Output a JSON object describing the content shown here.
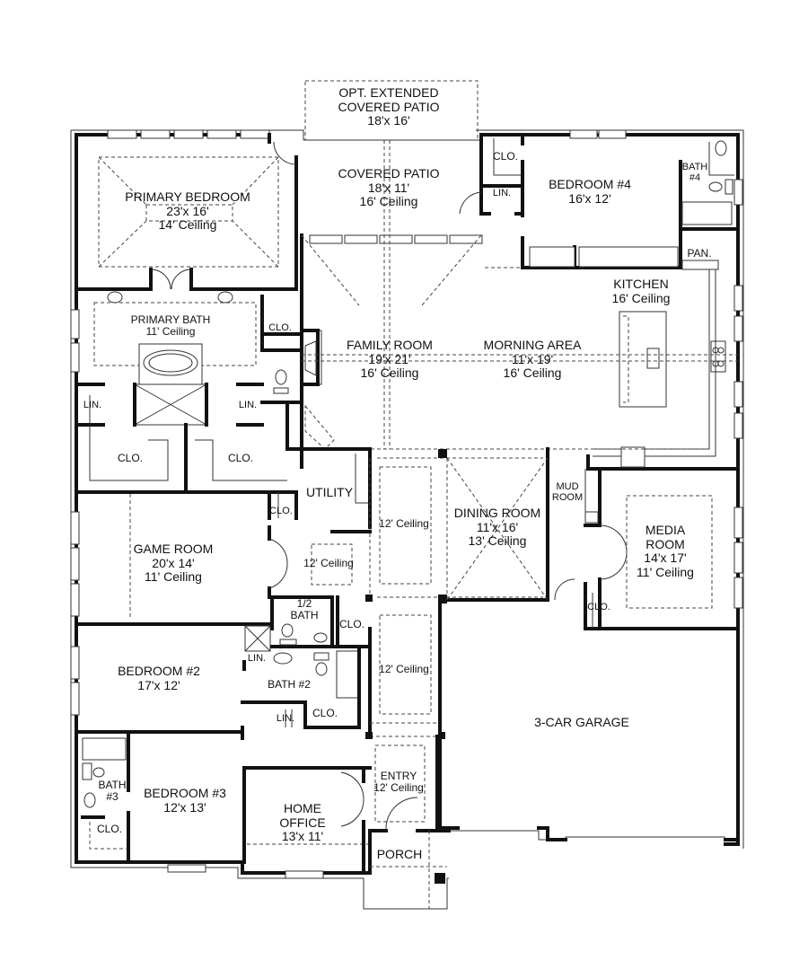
{
  "floorplan": {
    "rooms": {
      "opt_extended_patio": {
        "name_line1": "OPT. EXTENDED",
        "name_line2": "COVERED PATIO",
        "size": "18'x 16'"
      },
      "covered_patio": {
        "name": "COVERED PATIO",
        "size": "18'x 11'",
        "ceiling": "16' Ceiling"
      },
      "primary_bedroom": {
        "name": "PRIMARY BEDROOM",
        "size": "23'x 16'",
        "ceiling": "14' Ceiling"
      },
      "bedroom4": {
        "name": "BEDROOM #4",
        "size": "16'x 12'"
      },
      "bedroom4_closet": {
        "name": "CLO."
      },
      "bedroom4_linen": {
        "name": "LIN."
      },
      "bath4": {
        "name_line1": "BATH",
        "name_line2": "#4"
      },
      "pantry": {
        "name": "PAN."
      },
      "kitchen": {
        "name": "KITCHEN",
        "ceiling": "16' Ceiling"
      },
      "primary_bath": {
        "name": "PRIMARY BATH",
        "ceiling": "11' Ceiling"
      },
      "primary_closet_small": {
        "name": "CLO."
      },
      "primary_linen_left": {
        "name": "LIN."
      },
      "primary_linen_right": {
        "name": "LIN."
      },
      "primary_closet_left": {
        "name": "CLO."
      },
      "primary_closet_right": {
        "name": "CLO."
      },
      "family_room": {
        "name": "FAMILY ROOM",
        "size": "19'x 21'",
        "ceiling": "16' Ceiling"
      },
      "morning_area": {
        "name": "MORNING AREA",
        "size": "11'x 19'",
        "ceiling": "16' Ceiling"
      },
      "utility": {
        "name": "UTILITY"
      },
      "gallery_upper": {
        "ceiling": "12' Ceiling"
      },
      "dining_room": {
        "name": "DINING ROOM",
        "size": "11'x 16'",
        "ceiling": "13' Ceiling"
      },
      "mud_room": {
        "name_line1": "MUD",
        "name_line2": "ROOM"
      },
      "media_room": {
        "name_line1": "MEDIA",
        "name_line2": "ROOM",
        "size": "14'x 17'",
        "ceiling": "11' Ceiling"
      },
      "media_closet": {
        "name": "CLO."
      },
      "game_room": {
        "name": "GAME ROOM",
        "size": "20'x 14'",
        "ceiling": "11' Ceiling"
      },
      "game_closet": {
        "name": "CLO."
      },
      "hall_vestibule": {
        "ceiling": "12' Ceiling"
      },
      "half_bath": {
        "name_line1": "1/2",
        "name_line2": "BATH"
      },
      "half_bath_closet": {
        "name": "CLO."
      },
      "gallery_lower": {
        "ceiling": "12' Ceiling"
      },
      "bedroom2": {
        "name": "BEDROOM #2",
        "size": "17'x 12'"
      },
      "bath2": {
        "name": "BATH #2"
      },
      "bath2_linen": {
        "name": "LIN."
      },
      "bath2_closet": {
        "name": "CLO."
      },
      "hall_linen": {
        "name": "LIN."
      },
      "garage": {
        "name": "3-CAR GARAGE"
      },
      "bedroom3": {
        "name": "BEDROOM #3",
        "size": "12'x 13'"
      },
      "bath3": {
        "name_line1": "BATH",
        "name_line2": "#3"
      },
      "bath3_closet": {
        "name": "CLO."
      },
      "home_office": {
        "name_line1": "HOME",
        "name_line2": "OFFICE",
        "size": "13'x 11'"
      },
      "entry": {
        "name": "ENTRY",
        "ceiling": "12' Ceiling"
      },
      "porch": {
        "name": "PORCH"
      }
    }
  }
}
